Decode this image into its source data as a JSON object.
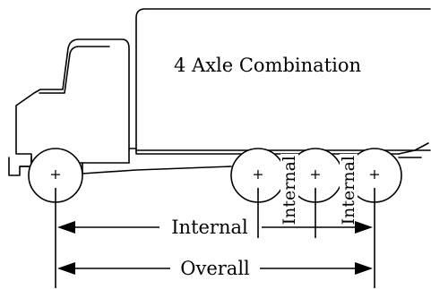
{
  "diagram": {
    "title": "4 Axle Combination",
    "dimensions": {
      "internal_label": "Internal",
      "overall_label": "Overall",
      "axle_spacing_label_1": "Internal",
      "axle_spacing_label_2": "Internal"
    },
    "axles": [
      {
        "label": "+"
      },
      {
        "label": "+"
      },
      {
        "label": "+"
      },
      {
        "label": "+"
      }
    ]
  }
}
